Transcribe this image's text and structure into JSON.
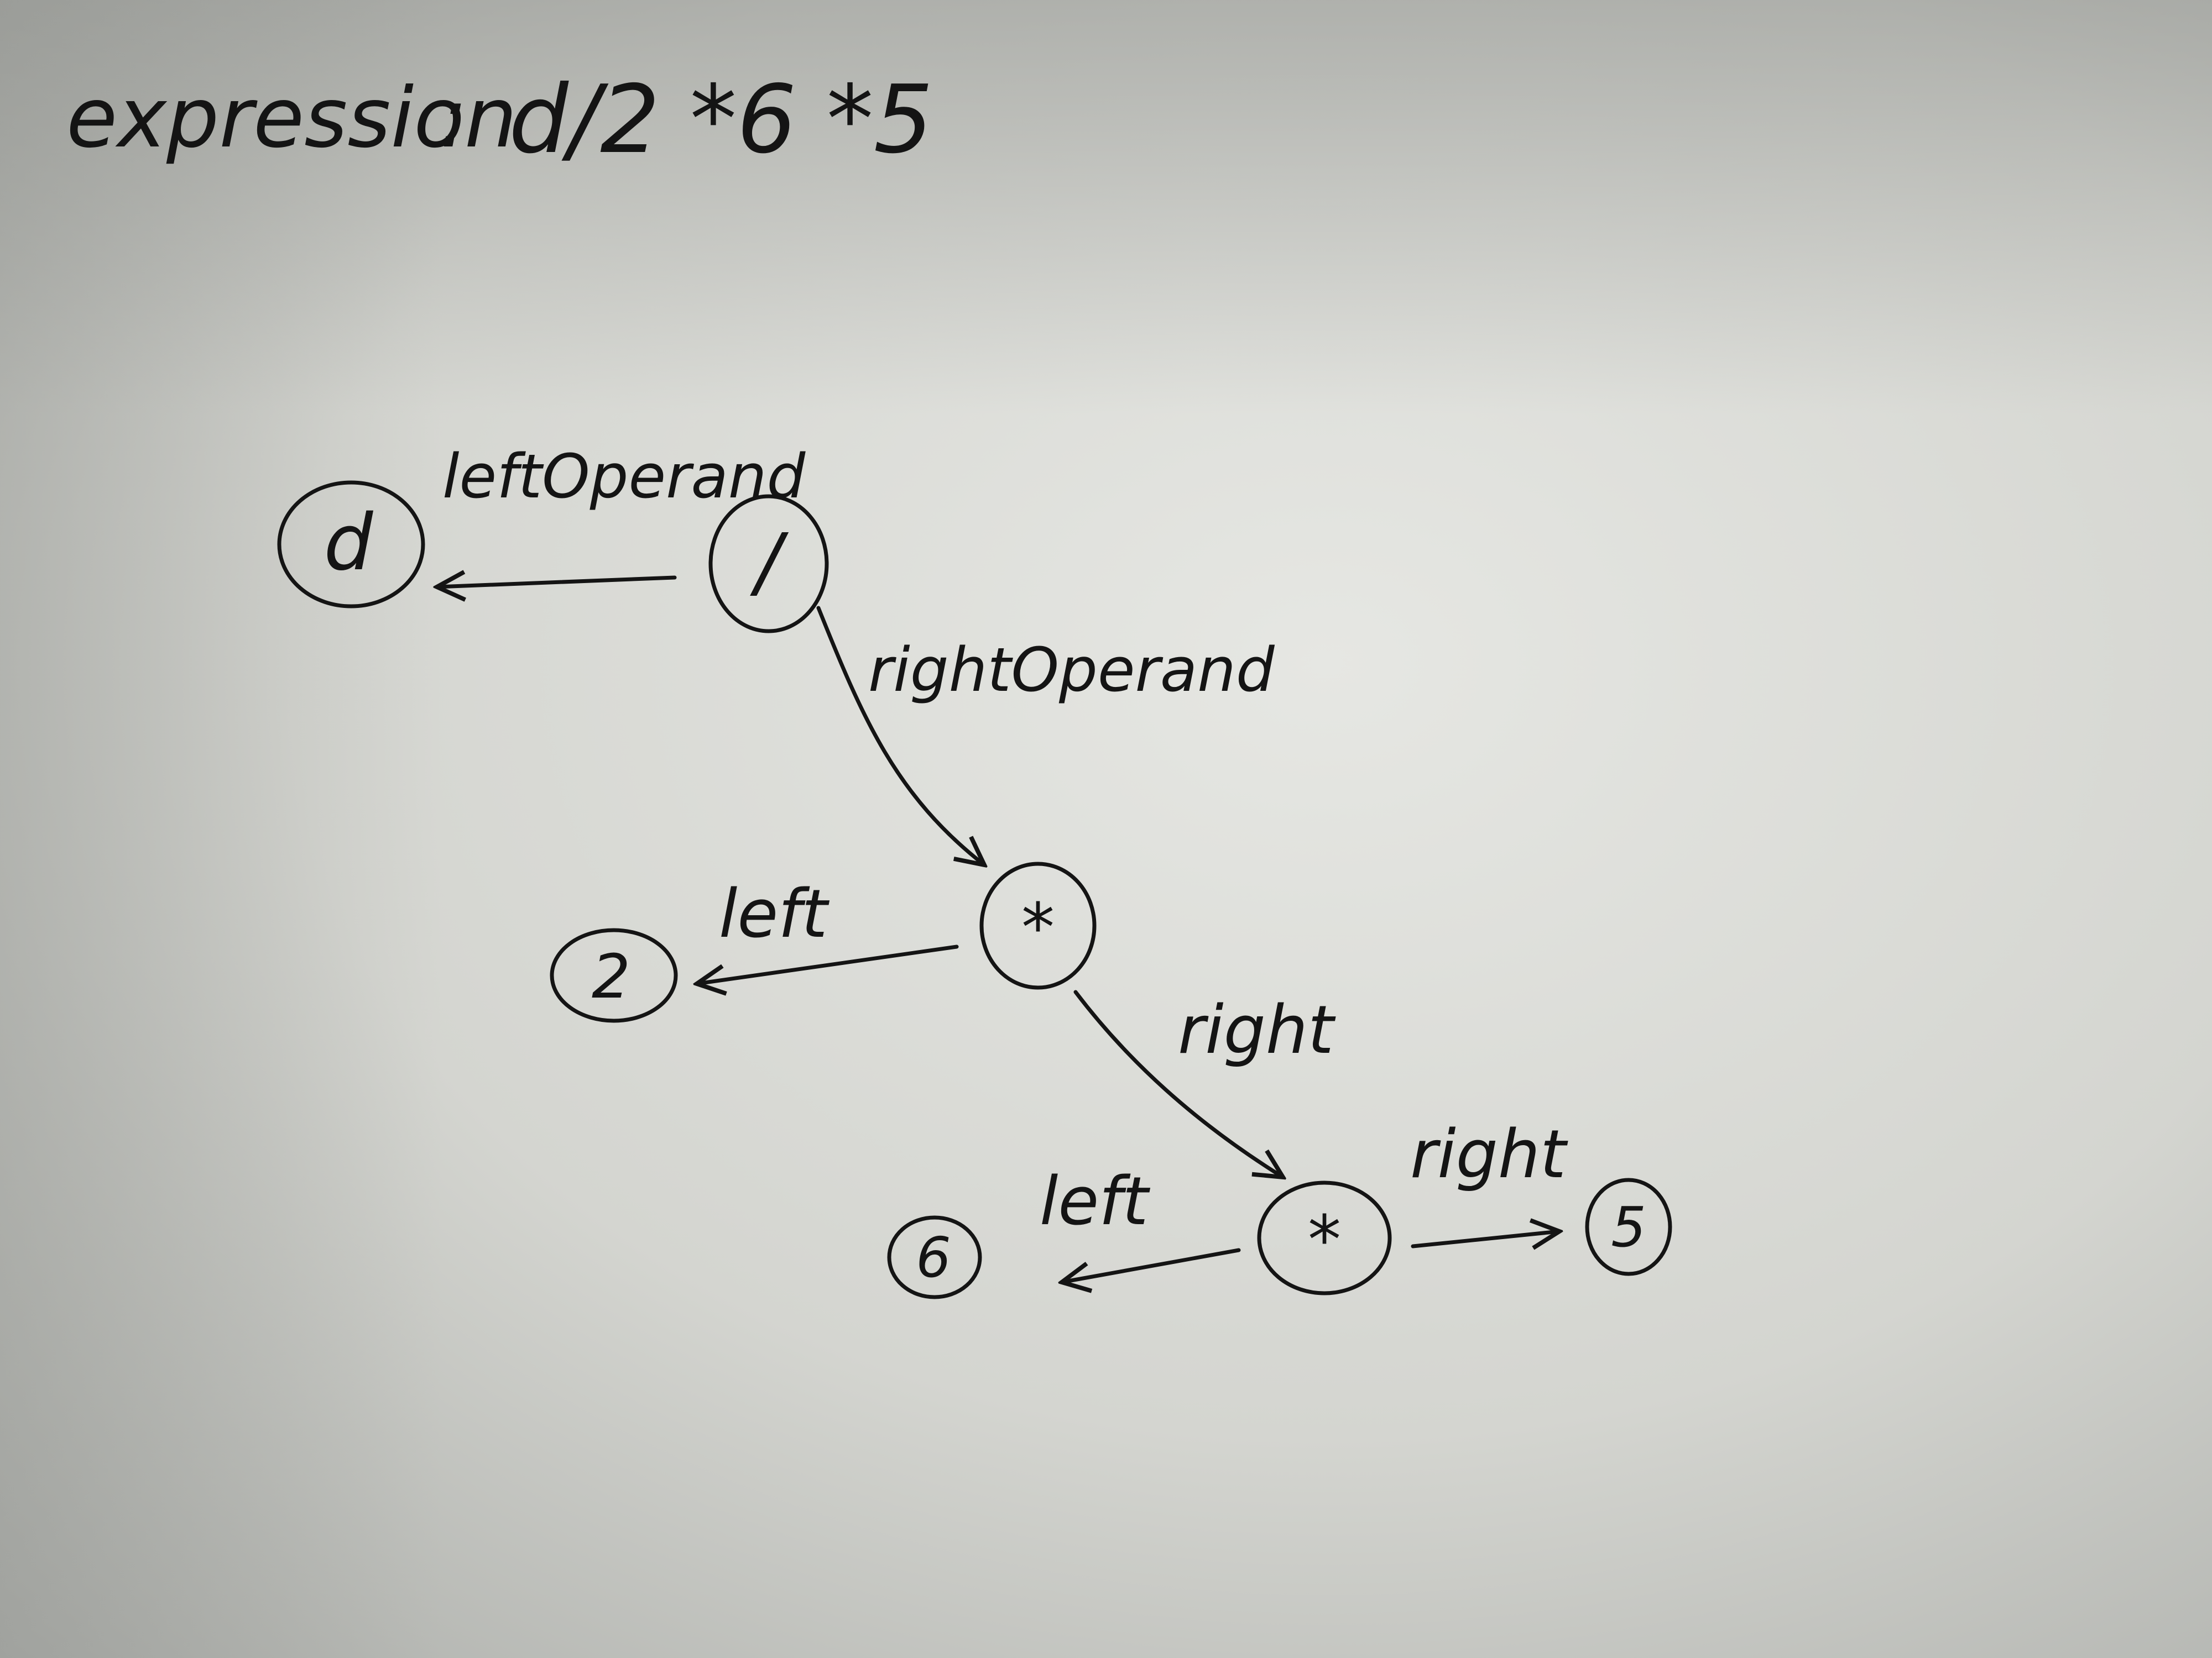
{
  "header": {
    "label": "expression",
    "separator": ":",
    "formula": "d/2 *6 *5"
  },
  "nodes": {
    "root": "/",
    "d": "d",
    "mul1": "*",
    "n2": "2",
    "mul2": "*",
    "n6": "6",
    "n5": "5"
  },
  "edges": {
    "root_left": "leftOperand",
    "root_right": "rightOperand",
    "mul1_left": "left",
    "mul1_right": "right",
    "mul2_left": "left",
    "mul2_right": "right"
  },
  "colors": {
    "paper_light": "#e6e7e3",
    "paper_mid": "#cacbc6",
    "paper_dark": "#8f918d",
    "ink": "#141414"
  }
}
